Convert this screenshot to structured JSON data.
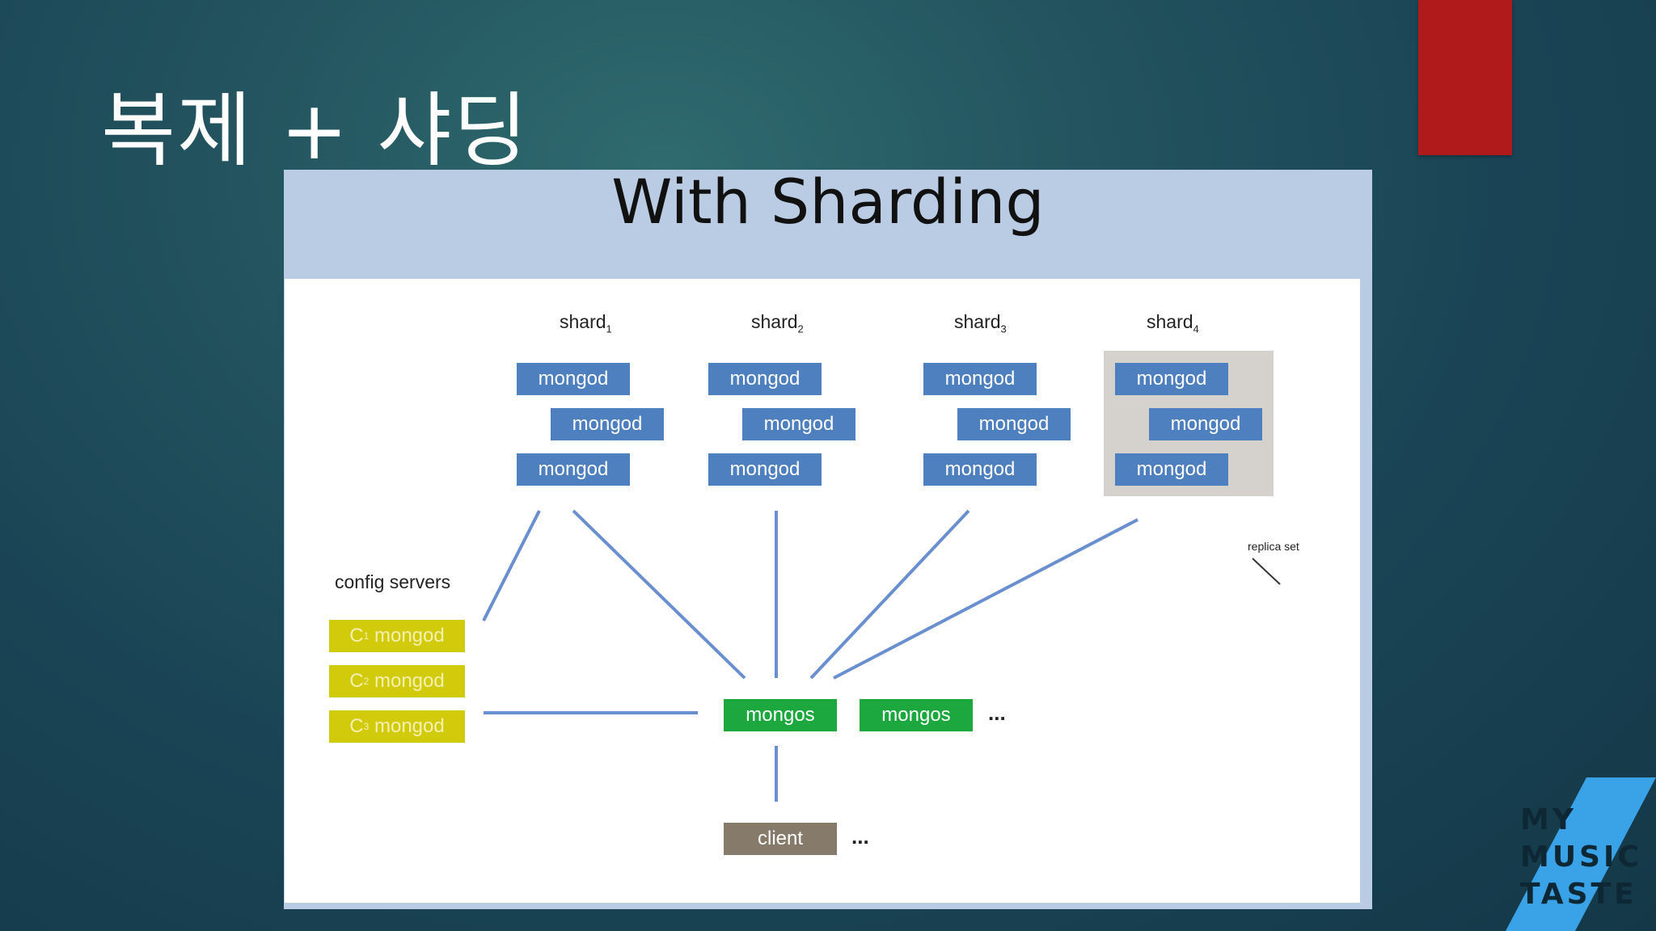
{
  "slide": {
    "title": "복제 + 샤딩"
  },
  "figure": {
    "title": "With Sharding",
    "shards": [
      {
        "name": "shard",
        "sub": "1"
      },
      {
        "name": "shard",
        "sub": "2"
      },
      {
        "name": "shard",
        "sub": "3"
      },
      {
        "name": "shard",
        "sub": "4"
      }
    ],
    "mongod_label": "mongod",
    "config_label": "config servers",
    "config_servers": [
      {
        "prefix": "C",
        "sub": "1",
        "label": "mongod"
      },
      {
        "prefix": "C",
        "sub": "2",
        "label": "mongod"
      },
      {
        "prefix": "C",
        "sub": "3",
        "label": "mongod"
      }
    ],
    "mongos": [
      "mongos",
      "mongos"
    ],
    "client": "client",
    "ellipsis": "...",
    "replica_set_label": "replica set"
  },
  "logo": {
    "lines": [
      "MY",
      "MUSIC",
      "TASTE"
    ]
  },
  "colors": {
    "accent_red": "#b01a1a",
    "mongod_blue": "#4e7fbf",
    "config_yellow": "#d2cb0b",
    "mongos_green": "#1ca83e",
    "client_gray": "#867a6b",
    "connector_blue": "#6a8fd0",
    "logo_blue": "#3aa3e8"
  }
}
